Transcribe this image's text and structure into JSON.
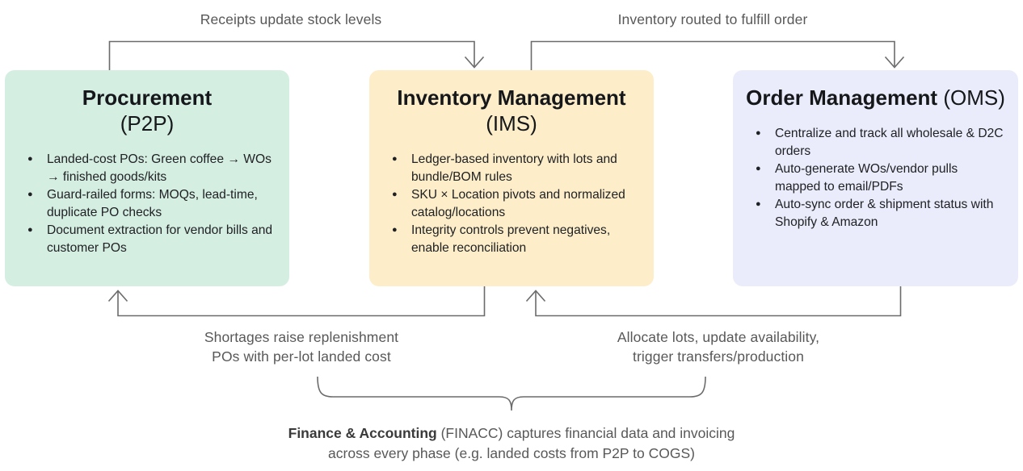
{
  "diagram": {
    "phases": [
      {
        "id": "procurement",
        "title": "Procurement",
        "abbr": "(P2P)",
        "color": "#d5eee2",
        "bullets": [
          "Landed-cost POs: Green coffee → WOs → finished goods/kits",
          "Guard-railed forms: MOQs, lead-time, duplicate PO checks",
          "Document extraction for vendor bills and customer POs"
        ]
      },
      {
        "id": "inventory-management",
        "title": "Inventory Management",
        "abbr": "(IMS)",
        "color": "#fdeec9",
        "bullets": [
          "Ledger-based inventory with lots and bundle/BOM rules",
          "SKU × Location pivots and normalized catalog/locations",
          "Integrity controls prevent negatives, enable reconciliation"
        ]
      },
      {
        "id": "order-management",
        "title": "Order Management",
        "abbr": "(OMS)",
        "color": "#eaecfb",
        "bullets": [
          "Centralize and track all wholesale & D2C orders",
          "Auto-generate WOs/vendor pulls mapped to email/PDFs",
          "Auto-sync order & shipment status with Shopify & Amazon"
        ]
      }
    ],
    "edges": [
      {
        "id": "procurement-to-inventory",
        "label": "Receipts update stock levels",
        "from": "procurement",
        "to": "inventory-management"
      },
      {
        "id": "inventory-to-order",
        "label": "Inventory routed to fulfill order",
        "from": "inventory-management",
        "to": "order-management"
      },
      {
        "id": "inventory-to-procurement",
        "label": "Shortages raise replenishment\nPOs with per-lot landed cost",
        "from": "inventory-management",
        "to": "procurement"
      },
      {
        "id": "order-to-inventory",
        "label": "Allocate lots, update availability,\ntrigger transfers/production",
        "from": "order-management",
        "to": "inventory-management"
      }
    ],
    "footer": {
      "strong": "Finance & Accounting",
      "rest": " (FINACC) captures financial data and invoicing",
      "line2": "across every phase (e.g. landed costs from P2P to COGS)"
    },
    "line_color": "#6b6b6b"
  }
}
